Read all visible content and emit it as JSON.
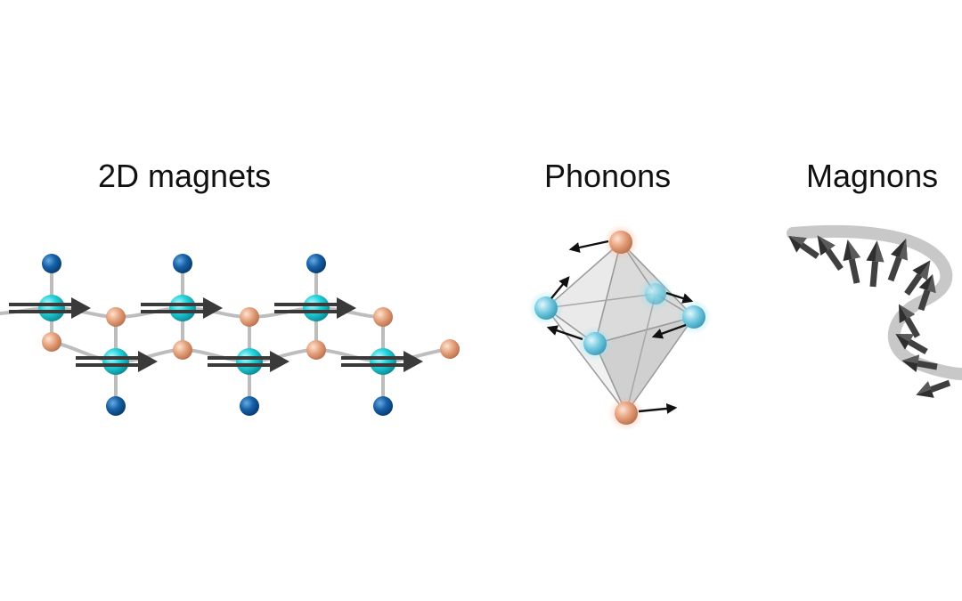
{
  "panels": [
    {
      "title": "2D magnets"
    },
    {
      "title": "Phonons"
    },
    {
      "title": "Magnons"
    }
  ],
  "colors": {
    "magnetic_atom": "#27d4dc",
    "ligand_atom": "#1560a8",
    "linker_atom": "#e6a27d",
    "arrow": "#3a3a3a",
    "phonon_cyan": "#6ec7de",
    "phonon_orange": "#f0ae8b",
    "octahedron": "#d7d7d7"
  },
  "icons": [
    "spin-arrow-icon",
    "displacement-arrow-icon"
  ]
}
